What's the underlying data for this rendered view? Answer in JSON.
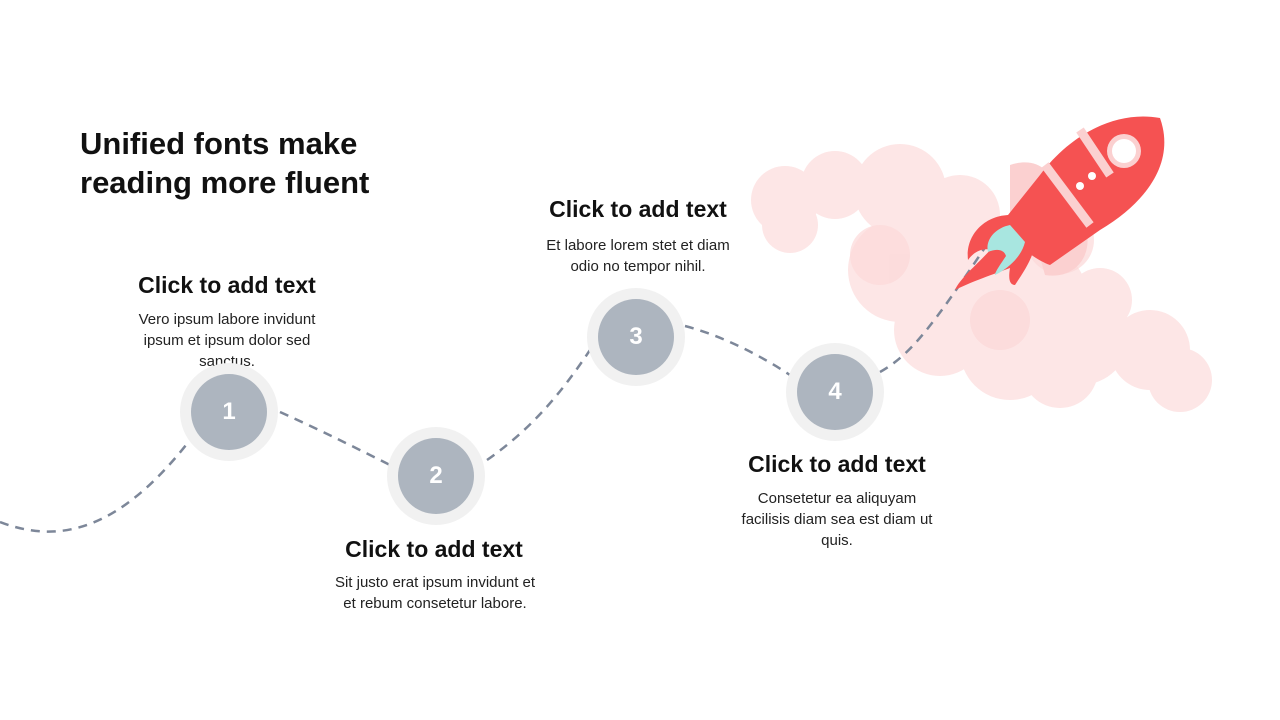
{
  "title": "Unified fonts make reading more fluent",
  "steps": [
    {
      "number": "1",
      "heading": "Click to add text",
      "body": "Vero ipsum labore invidunt ipsum et ipsum dolor sed sanctus."
    },
    {
      "number": "2",
      "heading": "Click to add text",
      "body": "Sit justo erat ipsum invidunt et et rebum consetetur labore."
    },
    {
      "number": "3",
      "heading": "Click to add text",
      "body": "Et labore lorem stet et diam odio no tempor nihil."
    },
    {
      "number": "4",
      "heading": "Click to add text",
      "body": "Consetetur ea aliquyam facilisis diam sea est diam ut quis."
    }
  ],
  "colors": {
    "path": "#7d8799",
    "node_ring": "#f1f1f1",
    "node_fill": "#adb5bf",
    "cloud": "#fde6e6",
    "rocket_red": "#f55252",
    "rocket_light": "#fbd0d0",
    "flame_teal": "#a8e6e0"
  },
  "icons": [
    "rocket-icon",
    "cloud-icon"
  ]
}
